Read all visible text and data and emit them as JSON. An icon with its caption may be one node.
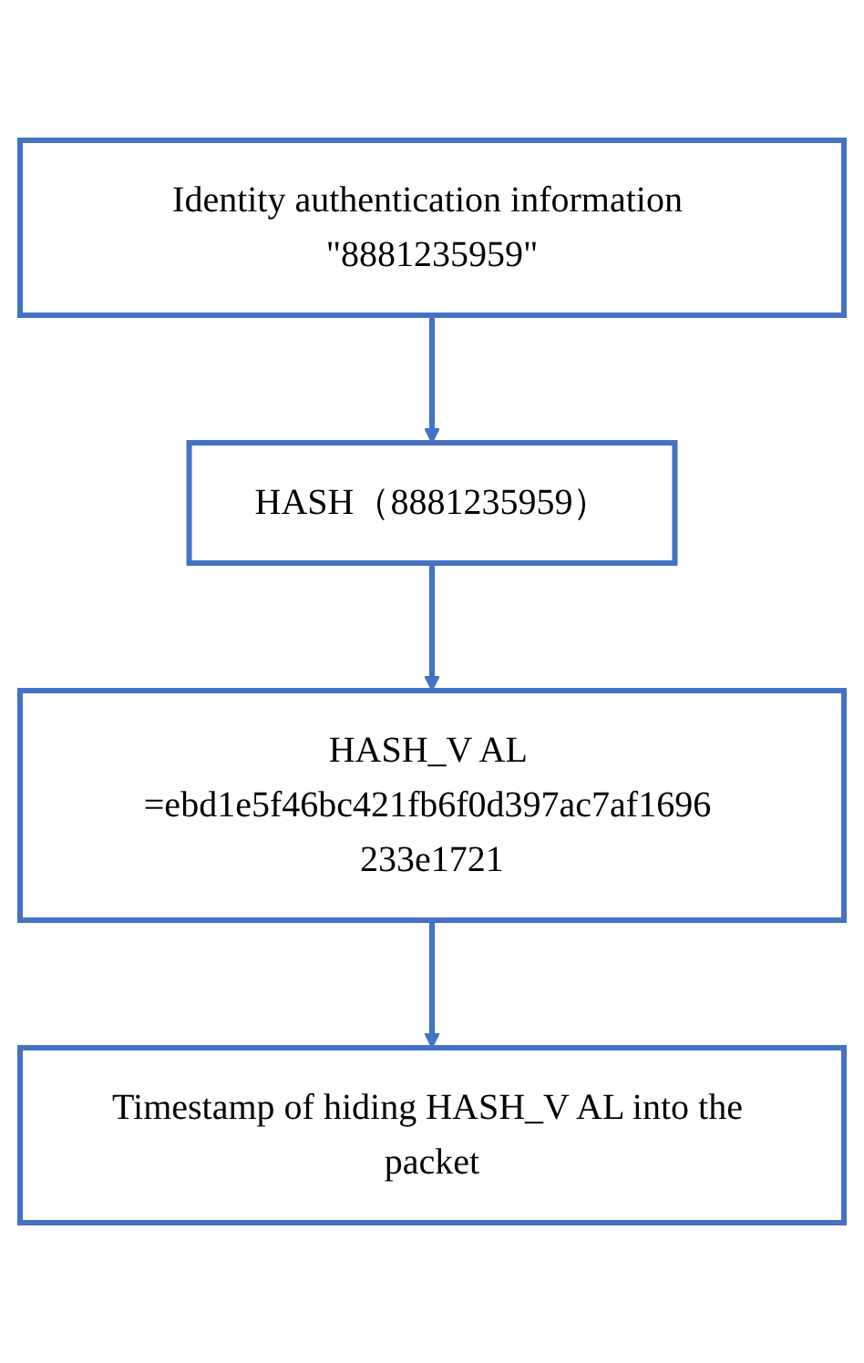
{
  "diagram": {
    "nodes": [
      {
        "text": [
          "Identity authentication information \"8881235959\""
        ]
      },
      {
        "text": [
          "HASH（8881235959）"
        ]
      },
      {
        "text": [
          "HASH_V AL =ebd1e5f46bc421fb6f0d397ac7af1696 233e1721"
        ]
      },
      {
        "text": [
          "Timestamp of hiding HASH_V AL into the packet"
        ]
      }
    ],
    "edges": [
      {
        "from": 0,
        "to": 1,
        "arrow": "to"
      },
      {
        "from": 1,
        "to": 2,
        "arrow": "to"
      },
      {
        "from": 2,
        "to": 3,
        "arrow": "to"
      }
    ]
  }
}
